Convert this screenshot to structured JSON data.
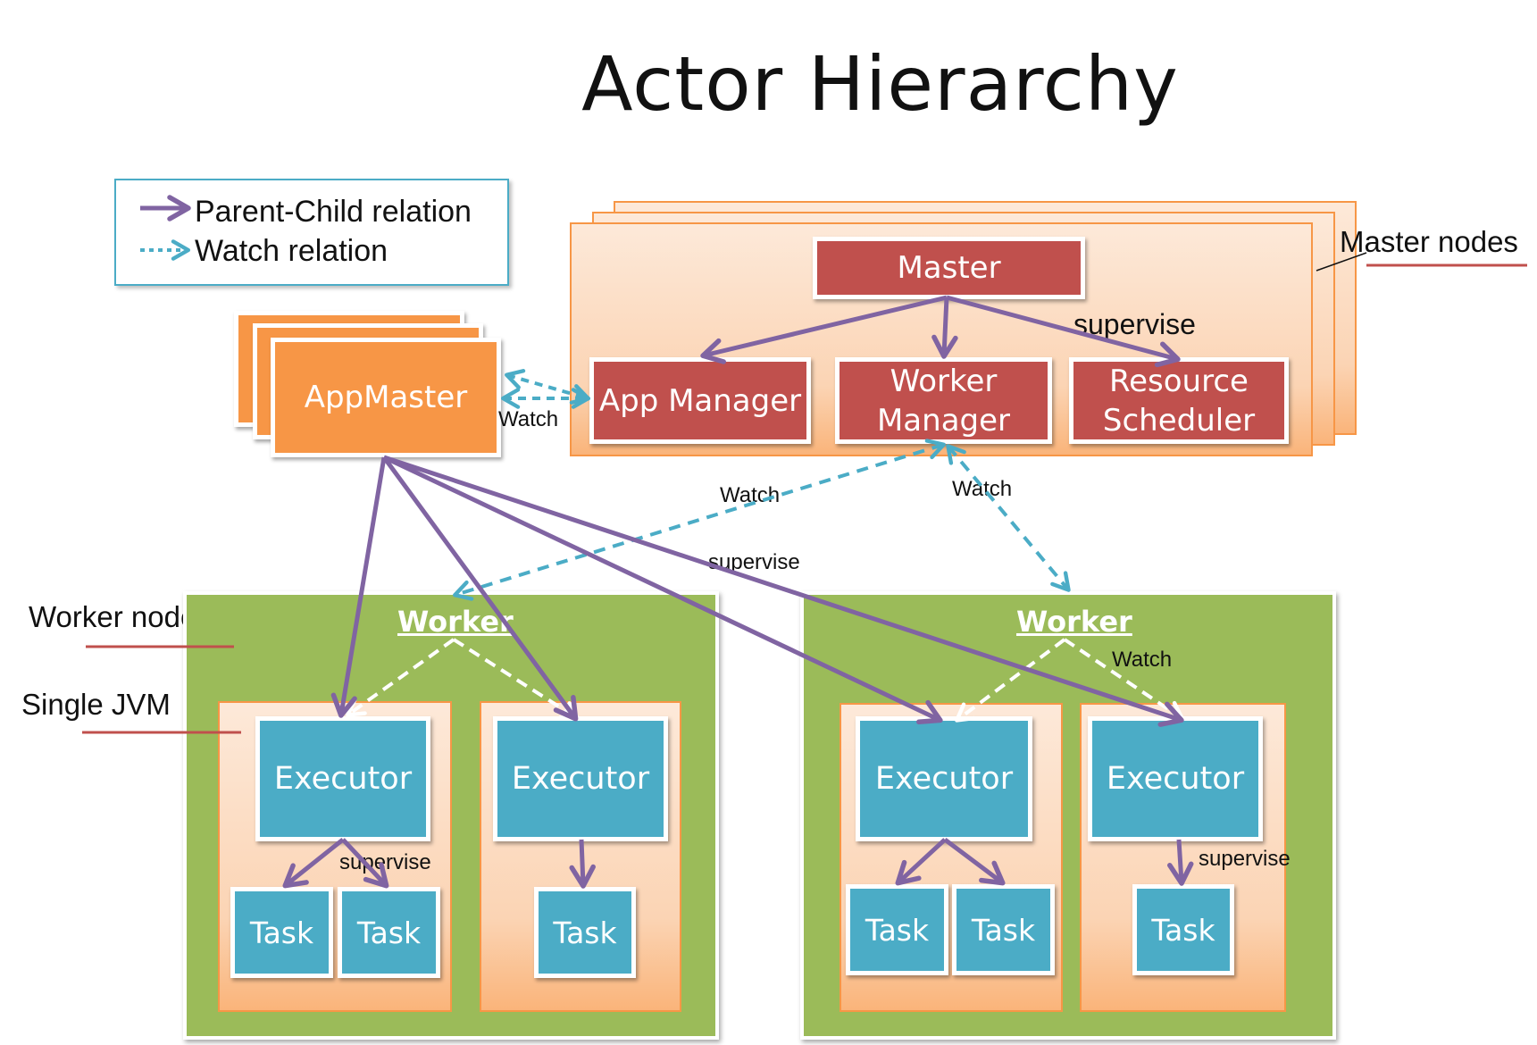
{
  "title": "Actor Hierarchy",
  "legend": {
    "parent_child": "Parent-Child relation",
    "watch": "Watch relation"
  },
  "colors": {
    "parent_child_arrow": "#8064a2",
    "watch_arrow": "#4bacc6",
    "master_actor": "#c0504d",
    "appmaster": "#f79646",
    "worker_node": "#9bbb59",
    "executor_task": "#4bacc6",
    "jvm_fill": "#fbd4b4"
  },
  "labels": {
    "master_nodes": "Master nodes",
    "worker_node": "Worker node",
    "single_jvm": "Single JVM",
    "watch": "Watch",
    "supervise": "supervise"
  },
  "actors": {
    "master": "Master",
    "app_manager": "App Manager",
    "worker_manager": "Worker Manager",
    "resource_scheduler": "Resource Scheduler",
    "appmaster": "AppMaster",
    "worker": "Worker",
    "executor": "Executor",
    "task": "Task"
  }
}
